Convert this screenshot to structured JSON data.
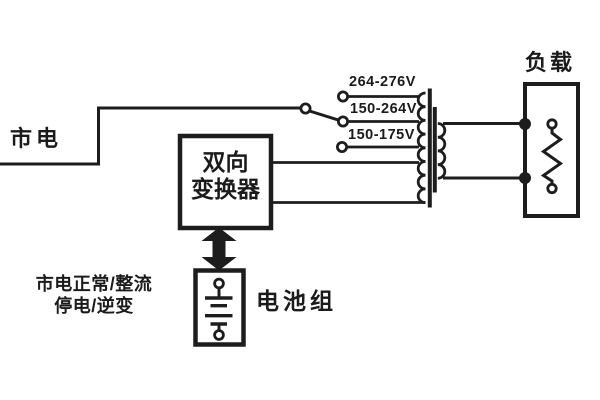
{
  "diagram": {
    "type": "ups-online-interactive-circuit",
    "colors": {
      "ink": "#1d1d1d",
      "background": "#ffffff"
    },
    "mains_label": "市电",
    "load_label": "负载",
    "converter": {
      "line1": "双向",
      "line2": "变换器"
    },
    "battery_label": "电池组",
    "mode": {
      "line1": "市电正常/整流",
      "line2": "停电/逆变"
    },
    "taps": [
      {
        "label": "264-276V"
      },
      {
        "label": "150-264V"
      },
      {
        "label": "150-175V"
      }
    ]
  }
}
